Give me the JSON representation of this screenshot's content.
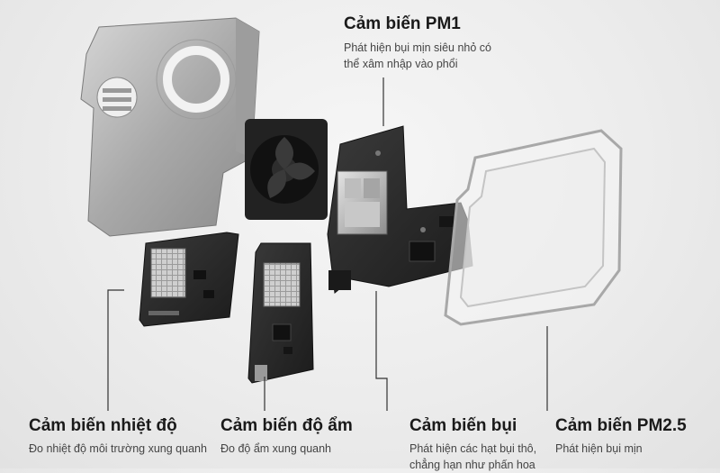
{
  "callouts": {
    "pm1": {
      "title": "Cảm biến PM1",
      "desc_line1": "Phát hiện bụi mịn siêu nhỏ có",
      "desc_line2": "thể xâm nhập vào phổi"
    },
    "temp": {
      "title": "Cảm biến nhiệt độ",
      "desc": "Đo nhiệt độ môi trường xung quanh"
    },
    "humidity": {
      "title": "Cảm biến độ ẩm",
      "desc": "Đo độ ẩm xung quanh"
    },
    "dust": {
      "title": "Cảm biến bụi",
      "desc_line1": "Phát hiện các hạt bụi thô,",
      "desc_line2": "chẳng hạn như phấn hoa"
    },
    "pm25": {
      "title": "Cảm biến PM2.5",
      "desc": "Phát hiện bụi mịn"
    }
  },
  "colors": {
    "accent_text": "#1a1a1a",
    "board": "#2b2b2b",
    "metal": "#b9b9b9"
  }
}
